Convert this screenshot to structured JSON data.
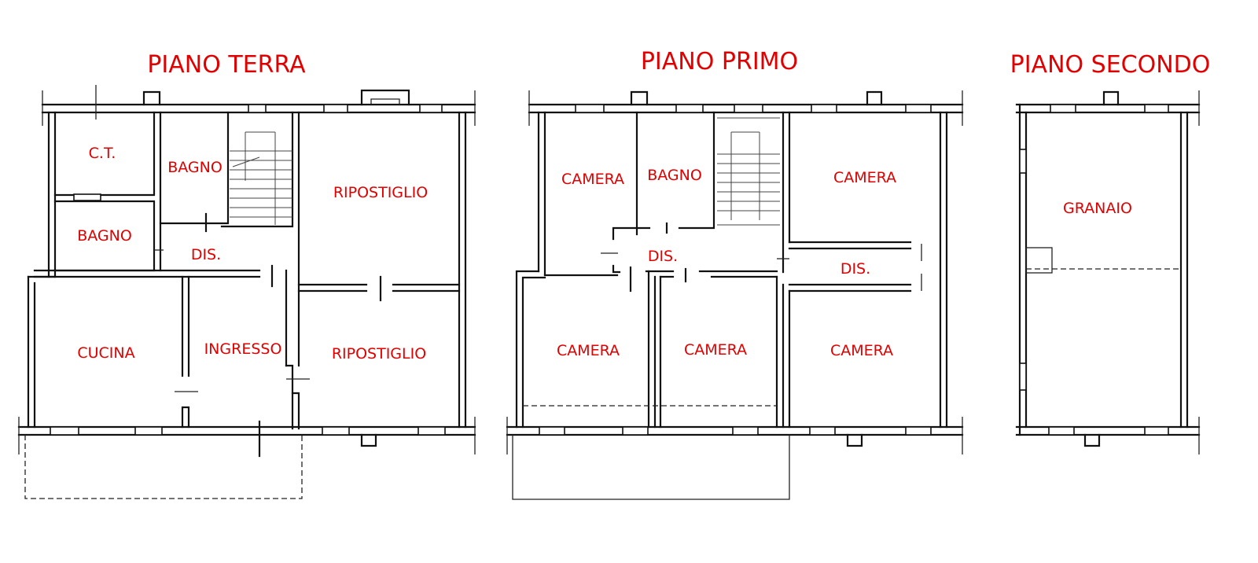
{
  "floors": [
    {
      "title": "PIANO TERRA",
      "rooms": [
        "C.T.",
        "BAGNO",
        "BAGNO",
        "DIS.",
        "RIPOSTIGLIO",
        "CUCINA",
        "INGRESSO",
        "RIPOSTIGLIO"
      ]
    },
    {
      "title": "PIANO PRIMO",
      "rooms": [
        "CAMERA",
        "BAGNO",
        "CAMERA",
        "DIS.",
        "DIS.",
        "CAMERA",
        "CAMERA",
        "CAMERA"
      ]
    },
    {
      "title": "PIANO SECONDO",
      "rooms": [
        "GRANAIO"
      ]
    }
  ],
  "colors": {
    "label": "#e00000",
    "wall": "#111111",
    "background": "#ffffff"
  }
}
